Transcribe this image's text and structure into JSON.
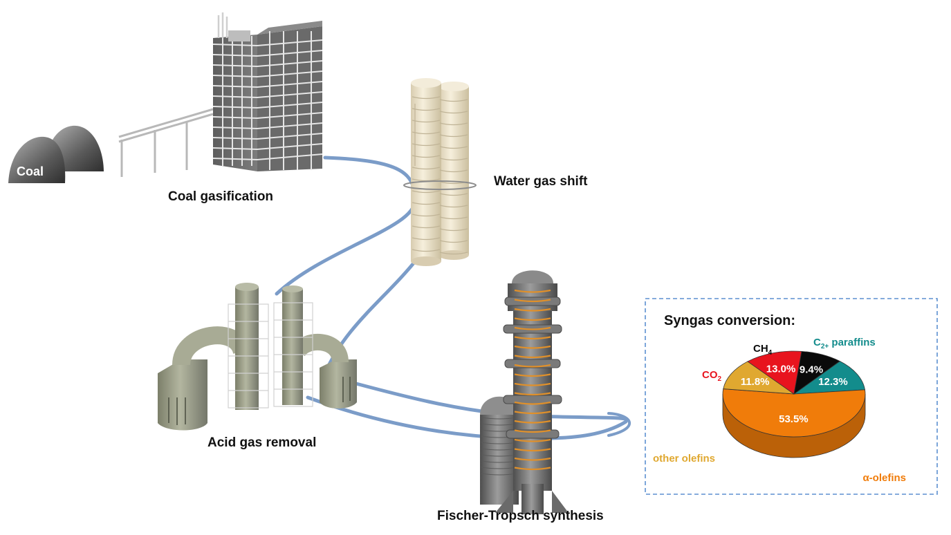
{
  "stages": {
    "coal": "Coal",
    "gasification": "Coal gasification",
    "wgs": "Water gas shift",
    "agr": "Acid gas removal",
    "fts": "Fischer-Tropsch synthesis"
  },
  "colors": {
    "pipe": "#7b9cc8",
    "coal_dark": "#3b3b3b",
    "coal_light": "#9a9a9a",
    "building": "#6e6e6e",
    "building_grid": "#e6e6e6",
    "wgs_body": "#ece3cc",
    "agr_body": "#9ea18c",
    "fts_body": "#6f6f6f",
    "fts_ring": "#e0902a",
    "box_border": "#5b8fd0"
  },
  "icons": [
    "coal-pile-icon",
    "gasifier-building-icon",
    "shift-reactor-icon",
    "absorber-column-icon",
    "ft-reactor-icon"
  ],
  "chart_data": {
    "type": "pie",
    "title": "Syngas conversion:",
    "slices": [
      {
        "name": "C2+ paraffins",
        "base": "C",
        "sub": "2+",
        "rest": " paraffins",
        "value": 12.3,
        "label": "12.3%",
        "color": "#138c8c"
      },
      {
        "name": "α-olefins",
        "base": "α-olefins",
        "sub": "",
        "rest": "",
        "value": 53.5,
        "label": "53.5%",
        "color": "#f07c0a"
      },
      {
        "name": "other olefins",
        "base": "other olefins",
        "sub": "",
        "rest": "",
        "value": 11.8,
        "label": "11.8%",
        "color": "#e0a830"
      },
      {
        "name": "CO2",
        "base": "CO",
        "sub": "2",
        "rest": "",
        "value": 13.0,
        "label": "13.0%",
        "color": "#e8141e"
      },
      {
        "name": "CH4",
        "base": "CH",
        "sub": "4",
        "rest": "",
        "value": 9.4,
        "label": "9.4%",
        "color": "#0a0a0a"
      }
    ],
    "style": "3d"
  }
}
